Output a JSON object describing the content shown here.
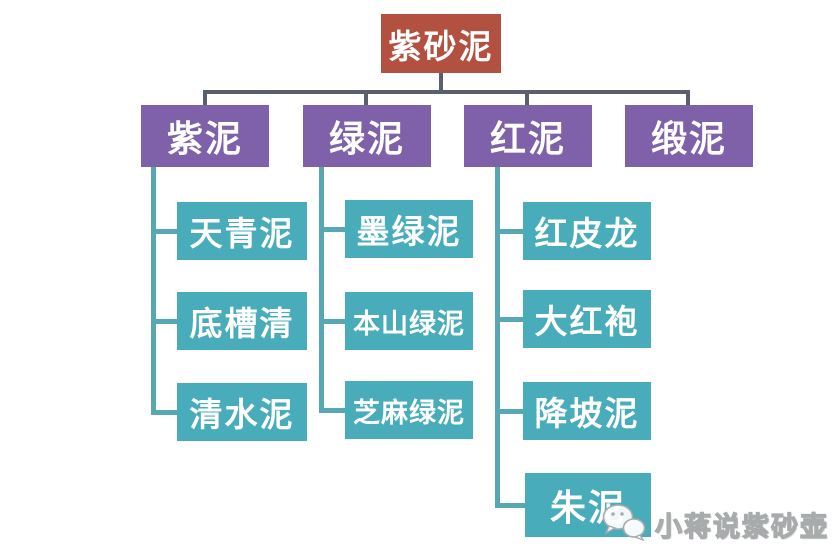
{
  "diagram": {
    "root": {
      "label": "紫砂泥"
    },
    "branches": [
      {
        "label": "紫泥",
        "children": [
          "天青泥",
          "底槽清",
          "清水泥"
        ]
      },
      {
        "label": "绿泥",
        "children": [
          "墨绿泥",
          "本山绿泥",
          "芝麻绿泥"
        ]
      },
      {
        "label": "红泥",
        "children": [
          "红皮龙",
          "大红袍",
          "降坡泥",
          "朱泥"
        ]
      },
      {
        "label": "缎泥",
        "children": []
      }
    ],
    "colors": {
      "root_bg": "#b25140",
      "branch_bg": "#7e61a8",
      "leaf_bg": "#48acbb",
      "top_line": "#5a5f6e",
      "leaf_line": "#58a8b4",
      "text": "#ffffff",
      "watermark": "#a8abab"
    }
  },
  "watermark": {
    "text": "小蒋说紫砂壶",
    "icon": "speech-bubbles-icon"
  }
}
